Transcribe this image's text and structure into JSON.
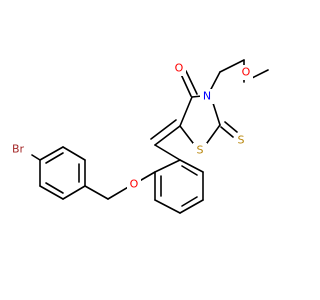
{
  "molecule": {
    "atoms": [
      {
        "id": "br",
        "label": "Br",
        "color": "#a52a2a"
      },
      {
        "id": "o-ether",
        "label": "O",
        "color": "#ff0000"
      },
      {
        "id": "o-methoxy",
        "label": "O",
        "color": "#ff0000"
      },
      {
        "id": "o-carbonyl",
        "label": "O",
        "color": "#ff0000"
      },
      {
        "id": "n",
        "label": "N",
        "color": "#0000ff"
      },
      {
        "id": "s-ring",
        "label": "S",
        "color": "#b8860b"
      },
      {
        "id": "s-thione",
        "label": "S",
        "color": "#b8860b"
      }
    ]
  }
}
